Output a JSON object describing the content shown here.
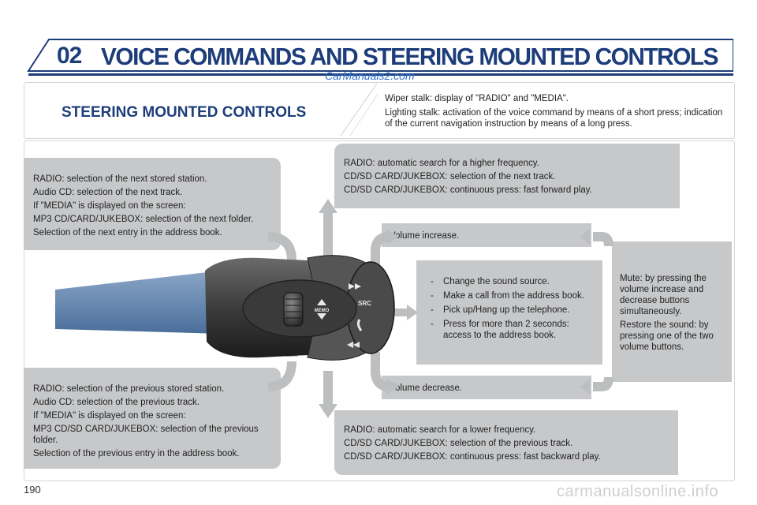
{
  "header": {
    "chapter_number": "02",
    "chapter_title": "VOICE COMMANDS AND STEERING MOUNTED CONTROLS",
    "watermark": "CarManuals2.com"
  },
  "section": {
    "title": "STEERING MOUNTED CONTROLS",
    "intro": [
      "Wiper stalk: display of \"RADIO\" and \"MEDIA\".",
      "Lighting stalk: activation of the voice command by means of a short press; indication of the current navigation instruction by means of a long press."
    ]
  },
  "callouts": {
    "next_station": [
      "RADIO: selection of the next stored station.",
      "Audio CD: selection of the next track.",
      "If \"MEDIA\" is displayed on the screen:",
      "MP3 CD/CARD/JUKEBOX: selection of the next folder.",
      "Selection of the next entry in the address book."
    ],
    "search_higher": [
      "RADIO: automatic search for a higher frequency.",
      "CD/SD CARD/JUKEBOX: selection of the next track.",
      "CD/SD CARD/JUKEBOX: continuous press: fast forward play."
    ],
    "volume_increase": "Volume increase.",
    "src_button": [
      "Change the sound source.",
      "Make a call from the address book.",
      "Pick up/Hang up the telephone.",
      "Press for more than 2 seconds: access to the address book."
    ],
    "mute": [
      "Mute: by pressing the volume increase and decrease buttons simultaneously.",
      "Restore the sound: by pressing one of the two volume buttons."
    ],
    "volume_decrease": "Volume decrease.",
    "previous_station": [
      "RADIO: selection of the previous stored station.",
      "Audio CD: selection of the previous track.",
      "If \"MEDIA\" is displayed on the screen:",
      "MP3 CD/SD CARD/JUKEBOX: selection of the previous folder.",
      "Selection of the previous entry in the address book."
    ],
    "search_lower": [
      "RADIO: automatic search for a lower frequency.",
      "CD/SD CARD/JUKEBOX: selection of the previous track.",
      "CD/SD CARD/JUKEBOX: continuous press: fast backward play."
    ]
  },
  "stalk_labels": {
    "memo": "MEMO",
    "src": "SRC"
  },
  "footer": {
    "page_number": "190",
    "watermark": "carmanualsonline.info"
  },
  "colors": {
    "title_blue": "#1d3d7a",
    "callout_grey": "#c7c8ca",
    "arrow_grey": "#bcbec0"
  }
}
